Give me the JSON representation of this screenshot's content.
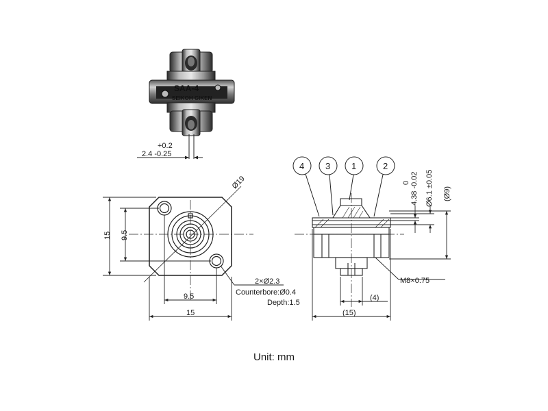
{
  "photo": {
    "model_label": "SAA-4",
    "brand_label": "SEIKOH GIKEN"
  },
  "top_dimension": {
    "tolerance_upper": "+0.2",
    "nominal_and_lower": "2.4 -0.25"
  },
  "front_view": {
    "diameter_label": "Ø19",
    "height_overall": "15",
    "height_holes": "9.5",
    "width_holes": "9.5",
    "width_overall": "15",
    "hole_callout": {
      "line1": "2×Ø2.3",
      "line2": "Counterbore:Ø0.4",
      "line3": "Depth:1.5"
    }
  },
  "side_view": {
    "balloons": [
      "4",
      "3",
      "1",
      "2"
    ],
    "dim_flange_upper": "0",
    "dim_flange_value": "4.38 -0.02",
    "dim_bore": "Ø6.1 ±0.05",
    "dim_outer": "(Ø9)",
    "thread": "M8×0.75",
    "dim_nut": "(4)",
    "dim_length": "(15)"
  },
  "footer": {
    "unit": "Unit: mm"
  },
  "colors": {
    "line": "#222222",
    "body_dark": "#3a3a3a",
    "body_mid": "#8a8a8a",
    "body_light": "#d9d9d9"
  }
}
